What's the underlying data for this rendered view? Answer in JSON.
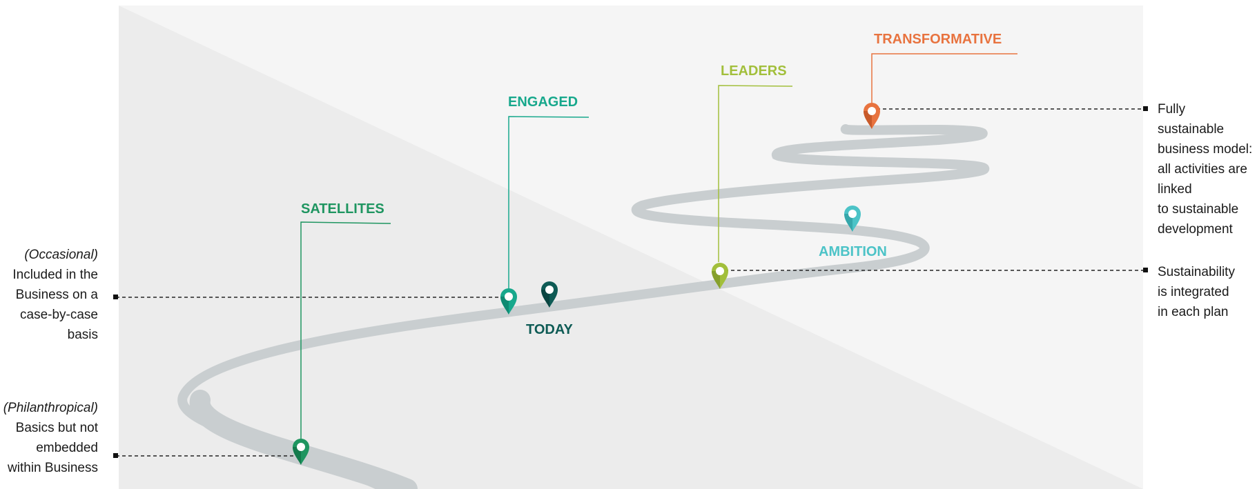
{
  "stages": {
    "satellites": {
      "label": "SATELLITES",
      "color": "#1e9560"
    },
    "engaged": {
      "label": "ENGAGED",
      "color": "#17a88c"
    },
    "leaders": {
      "label": "LEADERS",
      "color": "#a2bf3b"
    },
    "transformative": {
      "label": "TRANSFORMATIVE",
      "color": "#e8733f"
    }
  },
  "markers": {
    "today": {
      "label": "TODAY",
      "color": "#0e5b55"
    },
    "ambition": {
      "label": "AMBITION",
      "color": "#4cc3c7"
    }
  },
  "left_notes": {
    "occasional": {
      "title": "(Occasional)",
      "lines": [
        "Included in the",
        "Business on a",
        "case-by-case",
        "basis"
      ]
    },
    "philanthropical": {
      "title": "(Philanthropical)",
      "lines": [
        "Basics but not",
        "embedded",
        "within Business"
      ]
    }
  },
  "right_notes": {
    "fully_sustainable": {
      "lines": [
        "Fully",
        "sustainable",
        "business model:",
        "all activities are",
        "linked",
        "to sustainable",
        "development"
      ]
    },
    "integrated": {
      "lines": [
        "Sustainability",
        "is integrated",
        "in each plan"
      ]
    }
  },
  "colors": {
    "background_panel": "#f5f5f5",
    "shadow_panel": "#ececec",
    "road": "#c9ced0",
    "dashed_line": "#222222"
  }
}
